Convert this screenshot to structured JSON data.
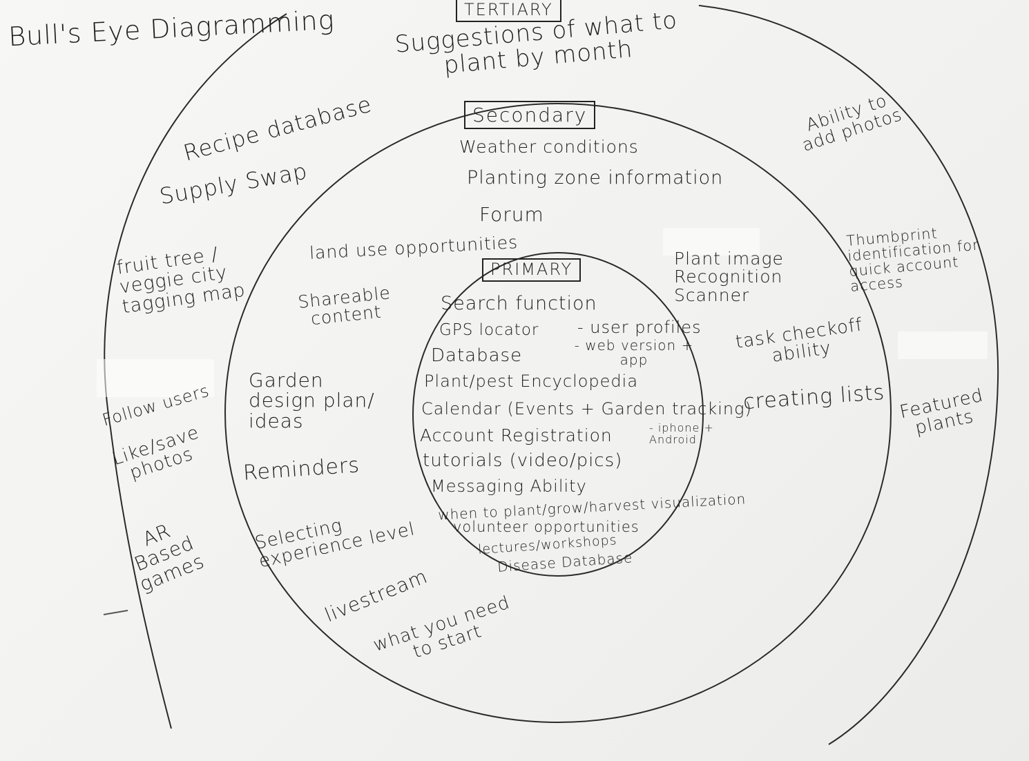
{
  "title": "Bull's Eye Diagramming",
  "rings": {
    "tertiary": {
      "heading": "TERTIARY",
      "items": [
        "Suggestions of what to plant by month",
        "Recipe database",
        "Supply Swap",
        "fruit tree / veggie city tagging map",
        "Follow users",
        "Like/save photos",
        "AR Based games",
        "Ability to add photos",
        "Thumbprint identification for quick account access",
        "Featured plants"
      ]
    },
    "secondary": {
      "heading": "Secondary",
      "items": [
        "Weather conditions",
        "Planting zone information",
        "Forum",
        "land use opportunities",
        "Shareable content",
        "Garden design plan/ ideas",
        "Reminders",
        "Selecting experience level",
        "livestream",
        "what you need to start",
        "Plant image Recognition Scanner",
        "task checkoff ability",
        "creating lists"
      ]
    },
    "primary": {
      "heading": "PRIMARY",
      "items": [
        "Search function",
        "GPS locator",
        "- user profiles",
        "Database",
        "- web version + app",
        "Plant/pest Encyclopedia",
        "Calendar (Events + Garden tracking)",
        "Account Registration",
        "- iphone + Android",
        "tutorials (video/pics)",
        "Messaging Ability",
        "when to plant/grow/harvest visualization",
        "volunteer opportunities",
        "lectures/workshops",
        "Disease Database"
      ]
    }
  },
  "colors": {
    "ink": "#1e1e1e",
    "paper": "#f4f4f2"
  }
}
